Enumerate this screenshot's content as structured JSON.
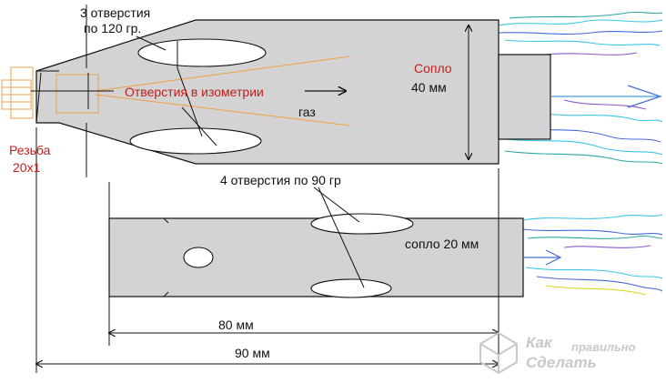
{
  "labels": {
    "holes_three_line1": "3 отверстия",
    "holes_three_line2": "по 120 гр.",
    "holes_iso": "Отверстия в изометрии",
    "gas": "газ",
    "nozzle_top_line1": "Сопло",
    "nozzle_top_line2": "40 мм",
    "thread_line1": "Резьба",
    "thread_line2": "20х1",
    "holes_four": "4 отверстия по 90 гр",
    "nozzle_bottom": "сопло 20 мм",
    "dim_80": "80 мм",
    "dim_90": "90 мм"
  },
  "watermark": {
    "line1": "Как",
    "line2": "правильно",
    "line3": "Сделать"
  },
  "colors": {
    "body_fill": "#d3d3d3",
    "outline": "#111111",
    "annotation_red": "#c0201e",
    "cone_orange": "#f0a040",
    "fitting_orange": "#e8a050",
    "flame_cyan": "#39c6e6",
    "flame_blue": "#4a6ad8",
    "flame_teal": "#2aa7a7",
    "flame_yellow": "#d8d820",
    "flame_purple": "#8a5ac8",
    "watermark_gray": "#c9c9c9"
  },
  "icons": {
    "watermark_logo": "cube-icon",
    "gas_flow": "arrow-right-icon"
  }
}
